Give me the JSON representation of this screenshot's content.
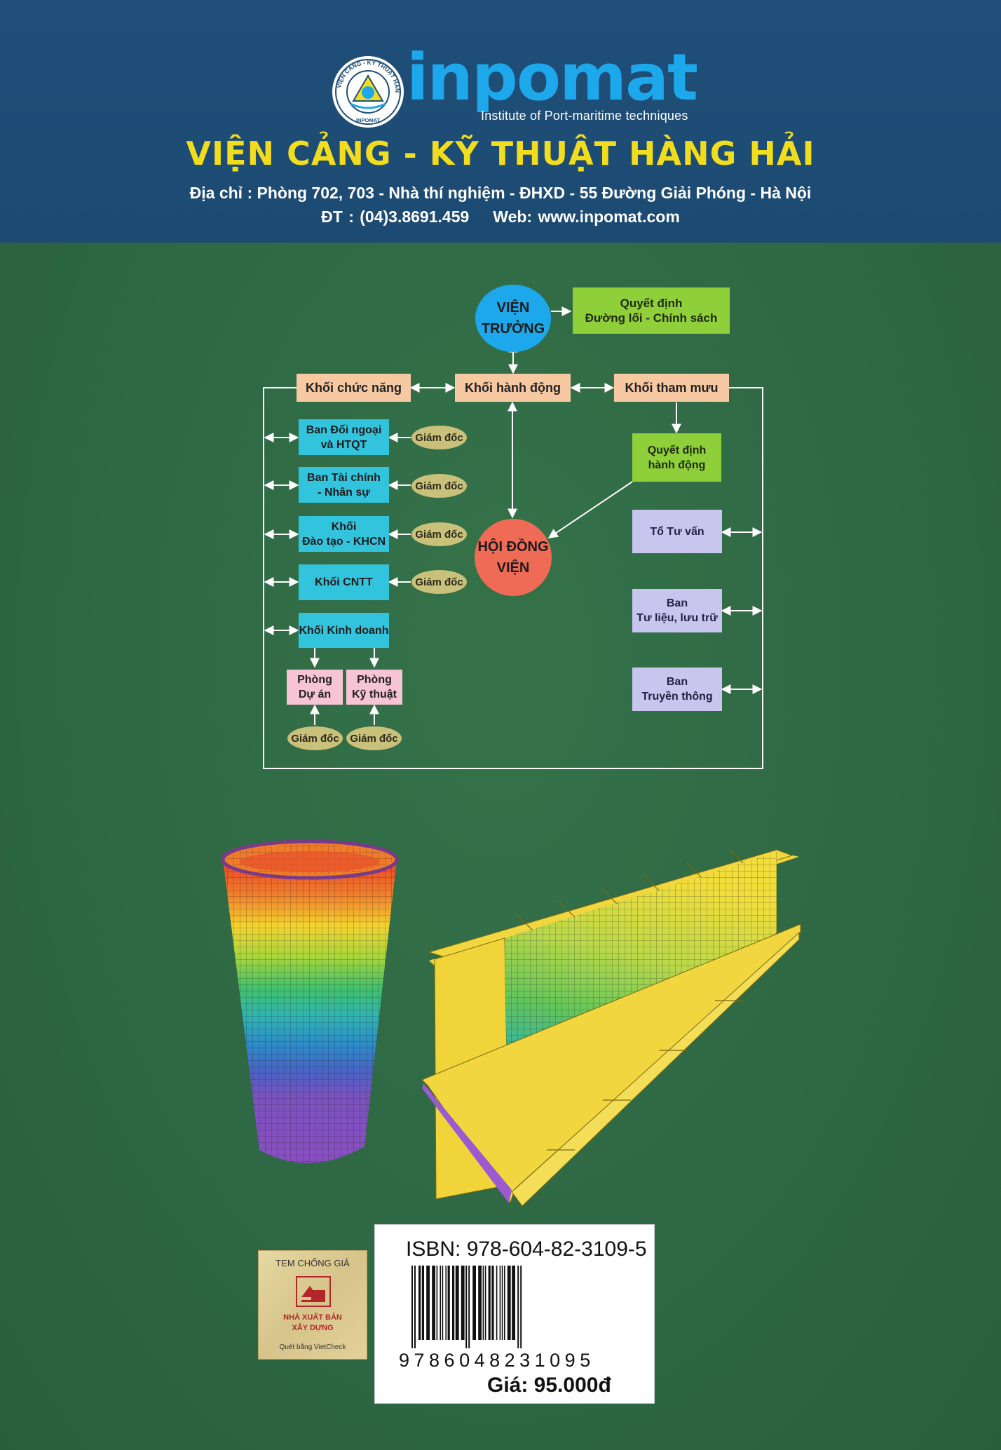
{
  "header": {
    "logo_text": "inpomat",
    "logo_tagline": "Institute of Port-maritime techniques",
    "seal_text": "VIỆN CẢNG - KỸ THUẬT HÀNG HẢI · INPOMAT",
    "institute_name": "VIỆN CẢNG - KỸ THUẬT HÀNG HẢI",
    "address": "Địa chỉ : Phòng 702, 703 - Nhà thí nghiệm - ĐHXD - 55 Đường Giải Phóng - Hà Nội",
    "phone": "ĐT : (04)3.8691.459",
    "web": "Web: www.inpomat.com"
  },
  "org_chart": {
    "director": "VIỆN\nTRƯỞNG",
    "policy": "Quyết định\nĐường lối - Chính sách",
    "functional_block": "Khối chức năng",
    "action_block": "Khối hành động",
    "advisory_block": "Khối tham mưu",
    "functional_units": [
      {
        "label": "Ban Đối ngoại\nvà HTQT",
        "head": "Giám đốc"
      },
      {
        "label": "Ban Tài chính\n- Nhân sự",
        "head": "Giám đốc"
      },
      {
        "label": "Khối\nĐào tạo - KHCN",
        "head": "Giám đốc"
      },
      {
        "label": "Khối CNTT",
        "head": "Giám đốc"
      }
    ],
    "business_block": "Khối Kinh doanh",
    "departments": [
      {
        "label": "Phòng\nDự án",
        "head": "Giám đốc"
      },
      {
        "label": "Phòng\nKỹ thuật",
        "head": "Giám đốc"
      }
    ],
    "council": "HỘI ĐỒNG\nVIỆN",
    "action_decision": "Quyết định\nhành động",
    "advisory_units": [
      "Tổ Tư vấn",
      "Ban\nTư liệu, lưu trữ",
      "Ban\nTruyền thông"
    ]
  },
  "stamp": {
    "title": "TEM CHỐNG GIẢ",
    "publisher": "NHÀ XUẤT BẢN\nXÂY DỰNG",
    "footer": "Quét bằng VietCheck"
  },
  "barcode": {
    "isbn": "ISBN: 978-604-82-3109-5",
    "digits": "9786048231095",
    "price": "Giá: 95.000đ"
  },
  "colors": {
    "background": "#2f6a43",
    "header": "#1f4f79",
    "title_yellow": "#f2dc1e"
  }
}
